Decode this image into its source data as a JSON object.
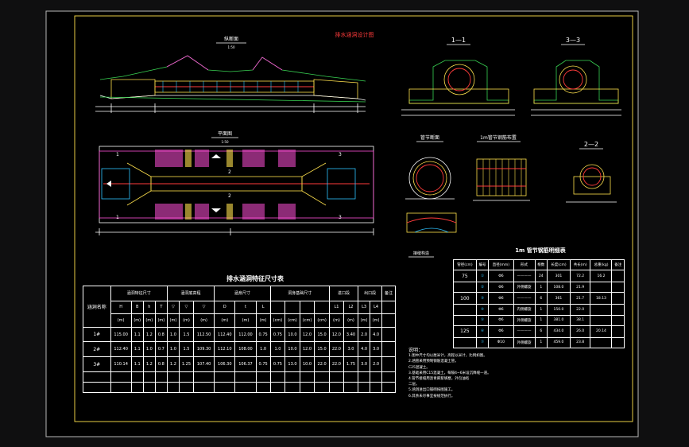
{
  "drawing": {
    "title": "排水涵洞设计图",
    "colors": {
      "background": "#0f0f10",
      "sheet": "#000000",
      "line": "#ffffff",
      "accent_red": "#ff3b3b",
      "accent_yellow": "#ffe14d",
      "accent_cyan": "#2ec4ff",
      "accent_green": "#39d353",
      "accent_magenta": "#ff4fd8"
    }
  },
  "views": {
    "elevation": {
      "title": "纵断面",
      "scale": "1:50"
    },
    "plan": {
      "title": "平面图",
      "scale": "1:50"
    },
    "section_1": {
      "title": "1—1"
    },
    "section_3": {
      "title": "3—3"
    },
    "section_2": {
      "title": "2—2"
    },
    "pipe_section": {
      "title": "管节断面"
    },
    "rebar_layout": {
      "title": "1m管节钢筋布置"
    },
    "joint_detail": {
      "title": "接缝构造"
    }
  },
  "culvert_table": {
    "title": "排水涵洞特征尺寸表",
    "group_headers": [
      "涵洞特征尺寸",
      "涵洞底高程",
      "涵身尺寸",
      "洞身基础尺寸",
      "进口段",
      "出口段",
      "备注"
    ],
    "row_header": "涵洞名称",
    "sym_row": [
      "H",
      "B",
      "h",
      "T",
      "▽",
      "▽",
      "▽",
      "D",
      "t",
      "L",
      "",
      "",
      "",
      "",
      "L1",
      "L2",
      "L3",
      "L4"
    ],
    "unit_row": [
      "(m)",
      "(m)",
      "(m)",
      "(m)",
      "(m)",
      "(m)",
      "(m)",
      "(m)",
      "(m)",
      "(m)",
      "(cm)",
      "(cm)",
      "(cm)",
      "(cm)",
      "(m)",
      "(m)",
      "(m)",
      "(m)"
    ],
    "rows": [
      {
        "name": "1#",
        "vals": [
          "115.00",
          "1.1",
          "1.2",
          "0.8",
          "1.0",
          "1.5",
          "112.50",
          "112.40",
          "112.00",
          "0.75",
          "0.75",
          "10.0",
          "12.0",
          "15.0",
          "12.0",
          "3.40",
          "2.0",
          "4.0"
        ]
      },
      {
        "name": "2#",
        "vals": [
          "112.40",
          "1.1",
          "1.0",
          "0.7",
          "1.0",
          "1.5",
          "109.30",
          "112.10",
          "108.00",
          "1.0",
          "1.0",
          "10.0",
          "12.0",
          "15.0",
          "22.0",
          "3.0",
          "4.0",
          "3.0"
        ]
      },
      {
        "name": "3#",
        "vals": [
          "110.14",
          "1.1",
          "1.2",
          "0.8",
          "1.2",
          "1.25",
          "107.40",
          "106.30",
          "106.37",
          "0.75",
          "0.75",
          "13.0",
          "10.0",
          "22.0",
          "22.0",
          "1.75",
          "3.0",
          "2.0"
        ]
      }
    ]
  },
  "rebar_table": {
    "title": "1m 管节钢筋明细表",
    "headers": [
      "管径(cm)",
      "编号",
      "直径(mm)",
      "形式",
      "根数",
      "长度(cm)",
      "共长(m)",
      "总重(kg)",
      "备注"
    ],
    "rows": [
      {
        "dia": "75",
        "no": "①",
        "d": "Φ6",
        "shape": "————",
        "n": "24",
        "len": "301",
        "total": "72.2",
        "wt": "16.2"
      },
      {
        "dia": "",
        "no": "②",
        "d": "Φ6",
        "shape": "外侧螺旋",
        "n": "1",
        "len": "108.0",
        "total": "21.9",
        "wt": ""
      },
      {
        "dia": "100",
        "no": "③",
        "d": "Φ6",
        "shape": "————",
        "n": "6",
        "len": "361",
        "total": "21.7",
        "wt": "18.13"
      },
      {
        "dia": "",
        "no": "④",
        "d": "Φ6",
        "shape": "内侧螺旋",
        "n": "1",
        "len": "150.0",
        "total": "22.0",
        "wt": ""
      },
      {
        "dia": "",
        "no": "⑤",
        "d": "Φ6",
        "shape": "外侧螺旋",
        "n": "1",
        "len": "381.0",
        "total": "38.1",
        "wt": ""
      },
      {
        "dia": "125",
        "no": "⑥",
        "d": "Φ6",
        "shape": "————",
        "n": "6",
        "len": "434.0",
        "total": "26.0",
        "wt": "20.14"
      },
      {
        "dia": "",
        "no": "⑦",
        "d": "Φ10",
        "shape": "外侧螺旋",
        "n": "1",
        "len": "459.0",
        "total": "23.8",
        "wt": ""
      }
    ]
  },
  "notes": {
    "title": "说明：",
    "items": [
      "1.图中尺寸均以厘米计，高程以米计，比例如图。",
      "2.涵管采用预制钢筋混凝土管，",
      "  C25混凝土。",
      "3.基础采用C15混凝土，每隔4~6米设沉降缝一道。",
      "4.管节接缝用沥青麻絮填塞，外包油毡",
      "  二层。",
      "5.涵洞进出口铺砌按图施工。",
      "6.其余未尽事宜按规范执行。"
    ]
  }
}
